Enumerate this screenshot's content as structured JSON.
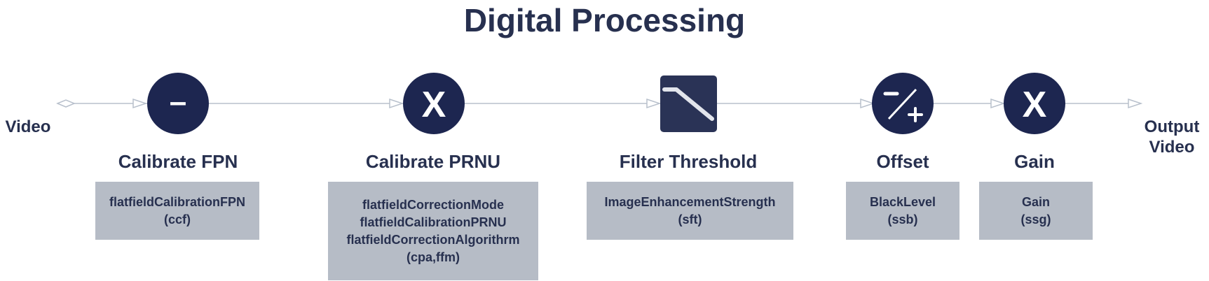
{
  "title": "Digital Processing",
  "input_label": "Video",
  "output_label": [
    "Output",
    "Video"
  ],
  "stages": [
    {
      "id": "fpn",
      "title": "Calibrate FPN",
      "symbol": "–",
      "icon": "minus-icon",
      "params": [
        "flatfieldCalibrationFPN",
        "(ccf)"
      ]
    },
    {
      "id": "prnu",
      "title": "Calibrate PRNU",
      "symbol": "X",
      "icon": "multiply-icon",
      "params": [
        "flatfieldCorrectionMode",
        "flatfieldCalibrationPRNU",
        "flatfieldCorrectionAlgorithrm",
        "(cpa,ffm)"
      ]
    },
    {
      "id": "threshold",
      "title": "Filter Threshold",
      "icon": "threshold-curve-icon",
      "params": [
        "ImageEnhancementStrength",
        "(sft)"
      ]
    },
    {
      "id": "offset",
      "title": "Offset",
      "icon": "plus-minus-icon",
      "params": [
        "BlackLevel",
        "(ssb)"
      ]
    },
    {
      "id": "gain",
      "title": "Gain",
      "symbol": "X",
      "icon": "multiply-icon",
      "params": [
        "Gain",
        "(ssg)"
      ]
    }
  ],
  "colors": {
    "node": "#1d2650",
    "node_square": "#2a3356",
    "box": "#b6bcc6",
    "line": "#b8c0cc",
    "text": "#27304f"
  }
}
